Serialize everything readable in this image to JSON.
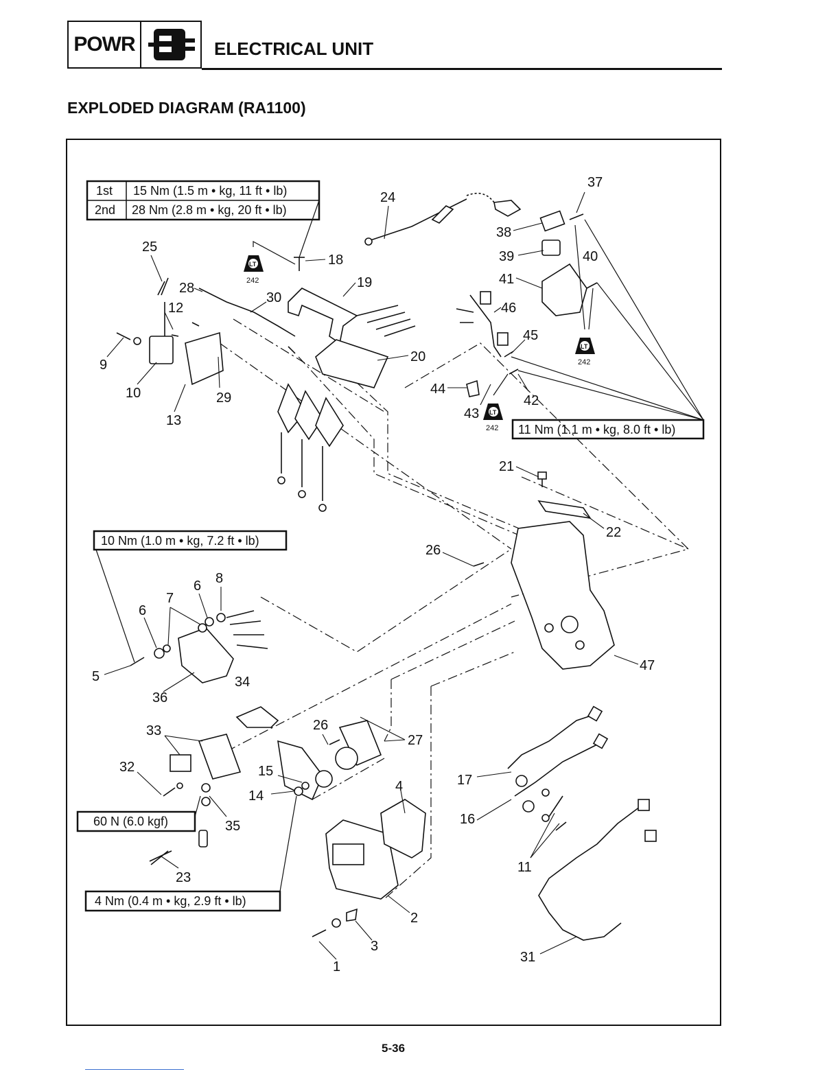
{
  "header": {
    "section_code": "POWR",
    "section_icon": "electrical-unit-icon",
    "title": "ELECTRICAL UNIT"
  },
  "subtitle": "EXPLODED DIAGRAM (RA1100)",
  "torque_table": [
    {
      "step": "1st",
      "value": "15 Nm (1.5 m • kg, 11 ft • lb)"
    },
    {
      "step": "2nd",
      "value": "28 Nm (2.8 m • kg,  20 ft • lb)"
    }
  ],
  "specs": {
    "upper_right": "11 Nm (1.1 m • kg, 8.0 ft • lb)",
    "left_middle": "10 Nm (1.0 m • kg, 7.2 ft • lb)",
    "clamp_force": "60 N (6.0 kgf)",
    "lower_left": "4 Nm (0.4 m • kg, 2.9 ft • lb)"
  },
  "locktite": {
    "label": "LT",
    "code": "242"
  },
  "callouts": [
    "1",
    "2",
    "3",
    "4",
    "5",
    "6",
    "6",
    "7",
    "8",
    "9",
    "10",
    "11",
    "12",
    "13",
    "14",
    "15",
    "16",
    "17",
    "18",
    "19",
    "20",
    "21",
    "22",
    "23",
    "24",
    "25",
    "26",
    "26",
    "27",
    "28",
    "29",
    "30",
    "31",
    "32",
    "33",
    "34",
    "35",
    "36",
    "37",
    "38",
    "39",
    "40",
    "41",
    "42",
    "43",
    "44",
    "45",
    "46",
    "47"
  ],
  "page_number": "5-36"
}
